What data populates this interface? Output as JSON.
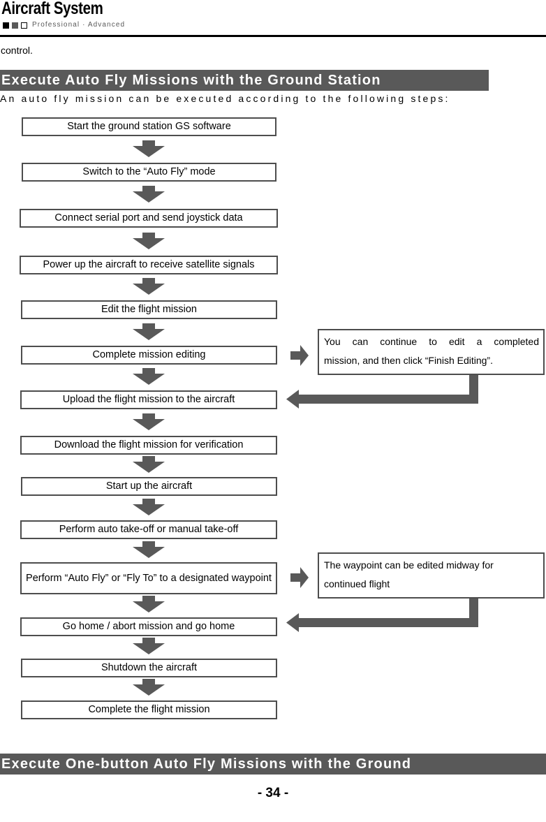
{
  "header": {
    "logo_title": "Aircraft System",
    "logo_subtitle": "Professional · Advanced",
    "marks": [
      "black-square",
      "gray-square",
      "outlined-square"
    ]
  },
  "intro_text": "control.",
  "sections": {
    "top_heading": "Execute Auto Fly Missions with the Ground Station",
    "steps_intro": "An auto fly mission can be executed according to the following steps:",
    "bottom_heading": "Execute One-button Auto Fly Missions with the Ground"
  },
  "flowchart": {
    "steps": [
      {
        "label": "Start the ground station GS software"
      },
      {
        "label": "Switch to the “Auto Fly” mode"
      },
      {
        "label": "Connect serial port and send joystick data"
      },
      {
        "label": "Power up the aircraft to receive satellite signals"
      },
      {
        "label": "Edit the flight mission"
      },
      {
        "label": "Complete mission editing"
      },
      {
        "label": "Upload the flight mission to the aircraft"
      },
      {
        "label": "Download the flight mission for verification"
      },
      {
        "label": "Start up the aircraft"
      },
      {
        "label": "Perform auto take-off or manual take-off"
      },
      {
        "label": "Perform “Auto Fly” or “Fly To” to a designated waypoint"
      },
      {
        "label": "Go home / abort mission and go home"
      },
      {
        "label": "Shutdown the aircraft"
      },
      {
        "label": "Complete the flight mission"
      }
    ],
    "notes": [
      {
        "line1": "You can continue to edit a completed",
        "line2": "mission, and then click “Finish Editing”."
      },
      {
        "line1": "The waypoint can be edited midway for",
        "line2": "continued flight"
      }
    ]
  },
  "footer": {
    "page_number": "- 34 -"
  },
  "colors": {
    "heading_bar": "#595959",
    "box_border": "#4d4d4d",
    "arrow_fill": "#595959",
    "text": "#000000"
  }
}
